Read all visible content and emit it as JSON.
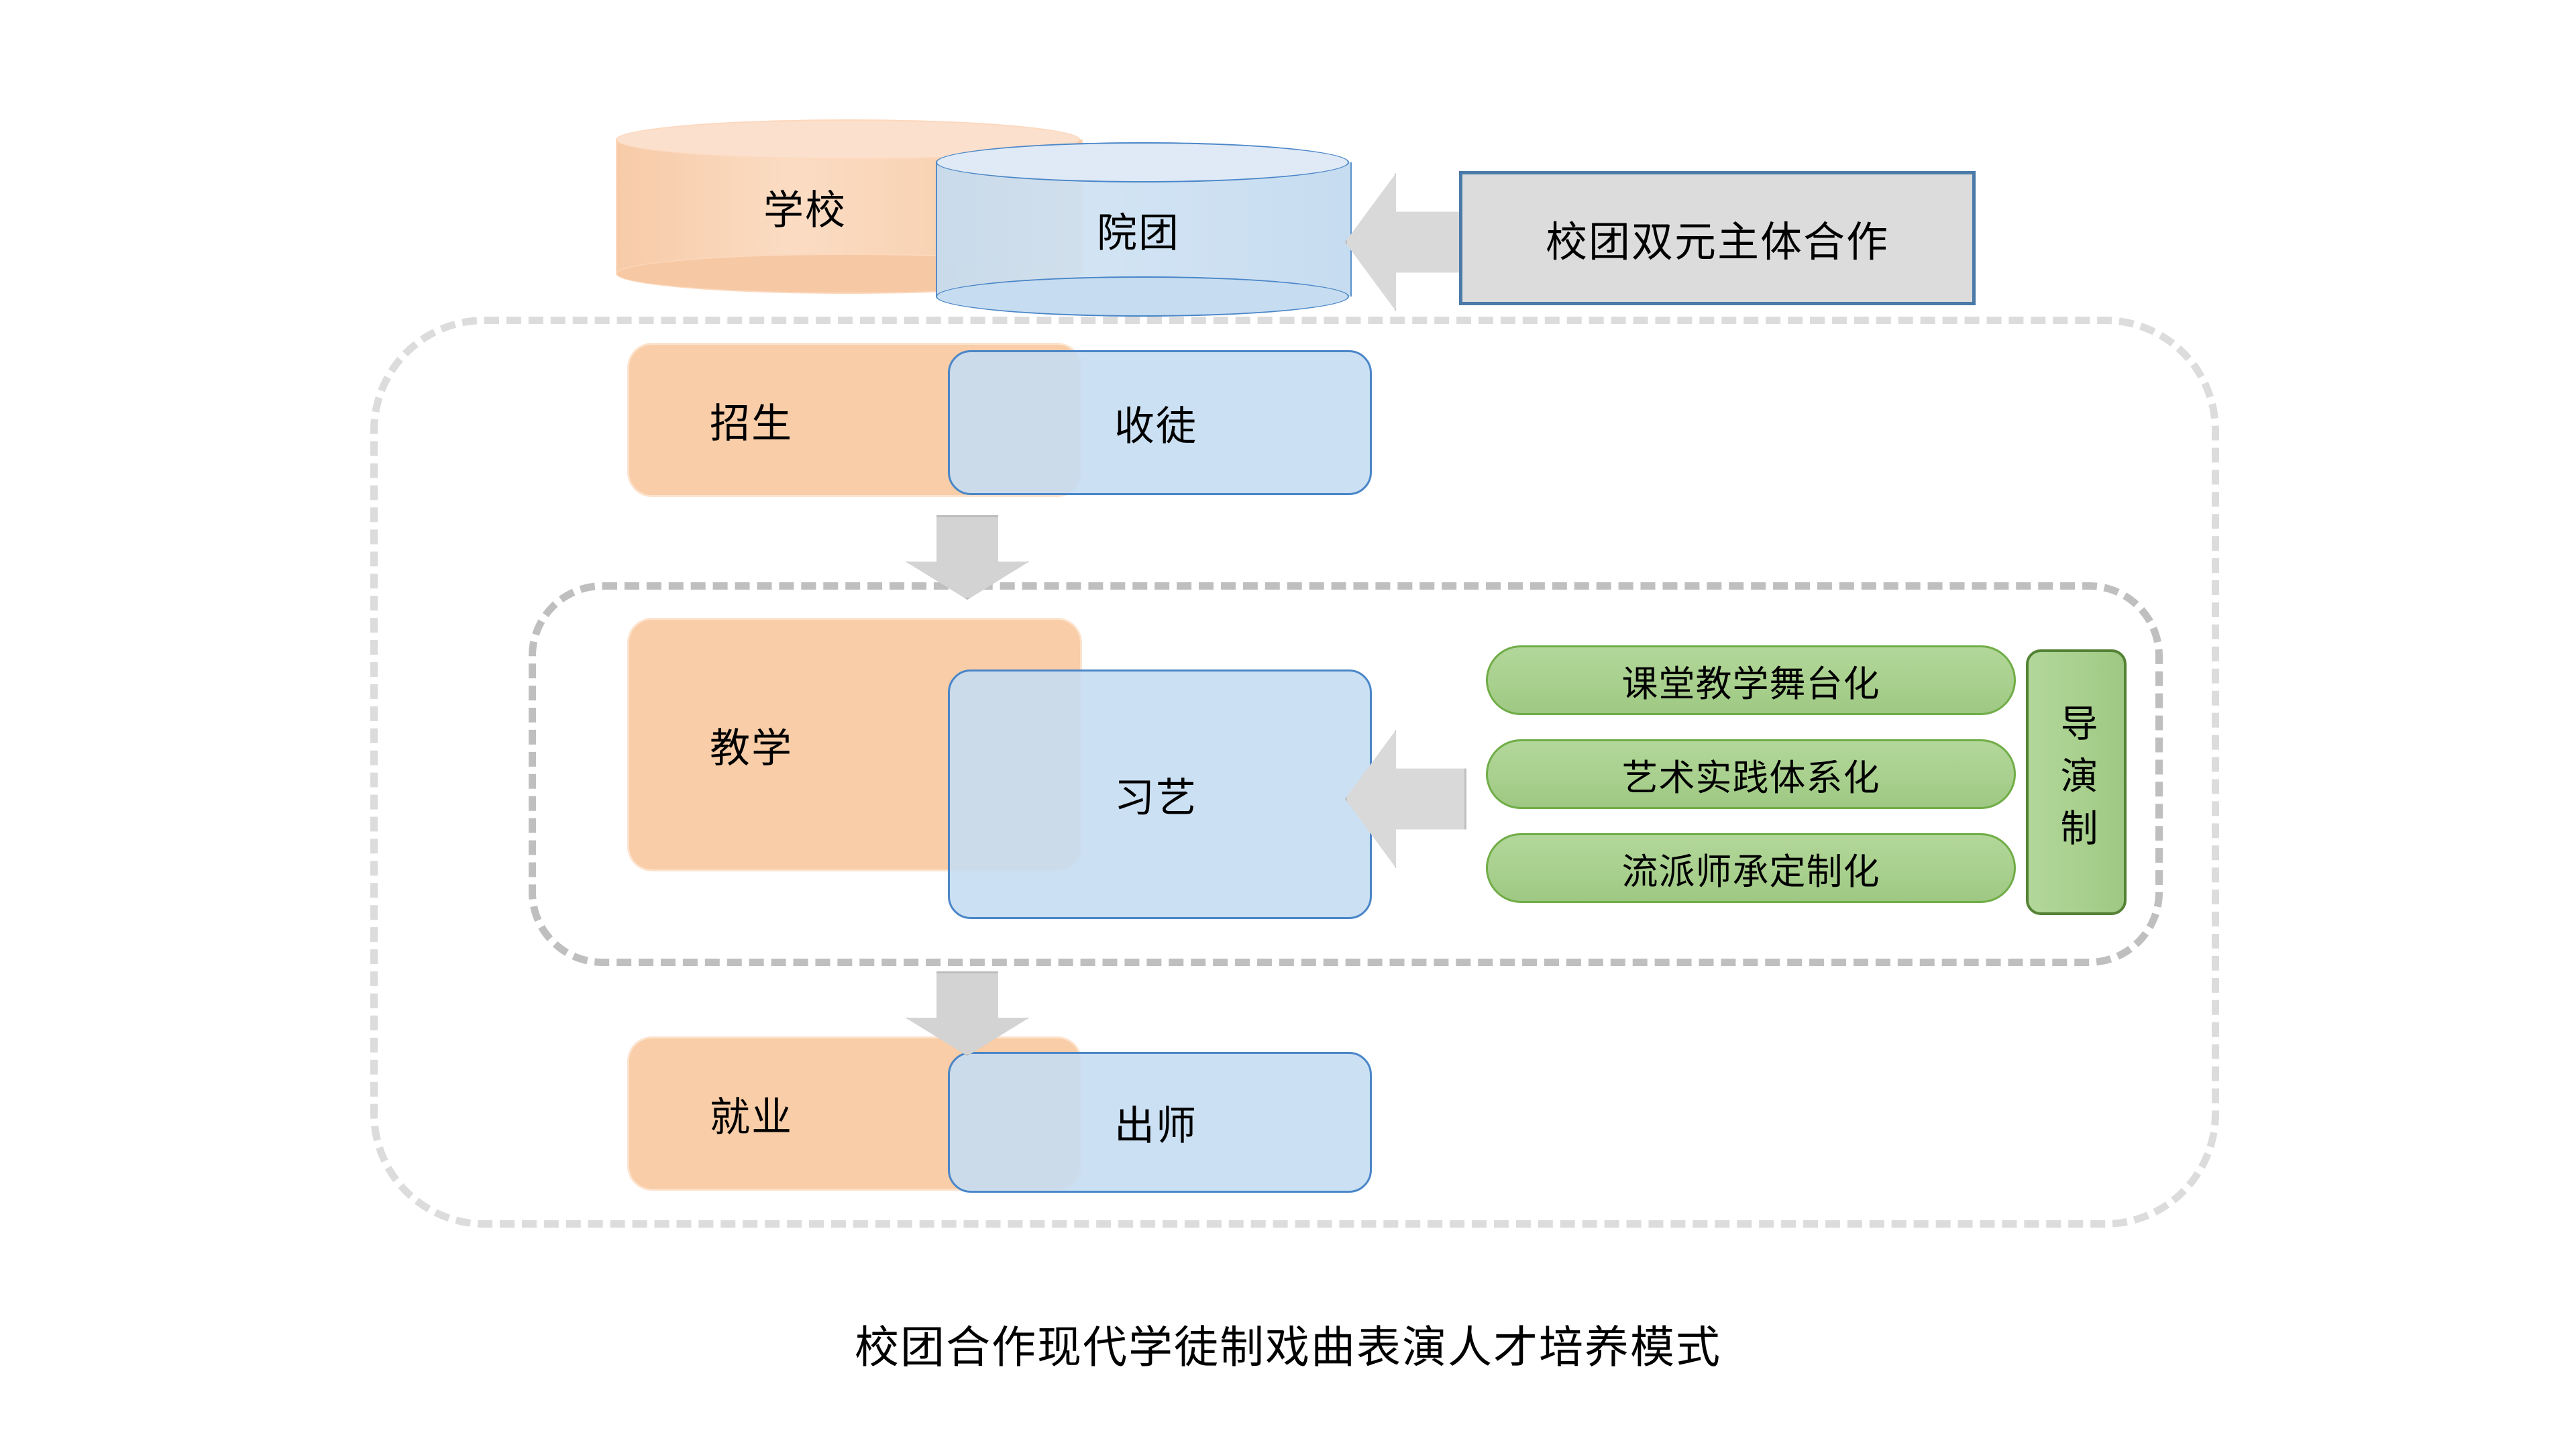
{
  "diagram": {
    "caption": "校团合作现代学徒制戏曲表演人才培养模式",
    "top_pair": {
      "school_label": "学校",
      "troupe_label": "院团"
    },
    "note": {
      "label": "校团双元主体合作"
    },
    "rows": [
      {
        "school": "招生",
        "troupe": "收徒"
      },
      {
        "school": "教学",
        "troupe": "习艺"
      },
      {
        "school": "就业",
        "troupe": "出师"
      }
    ],
    "pills": [
      "课堂教学舞台化",
      "艺术实践体系化",
      "流派师承定制化"
    ],
    "vertical_box": {
      "label": "导演制"
    },
    "icons": {
      "arrow_left_1": "arrow-left-icon",
      "arrow_left_2": "arrow-left-icon",
      "arrow_down_1": "arrow-down-icon",
      "arrow_down_2": "arrow-down-icon"
    },
    "colors": {
      "school_orange": "#f8cda7",
      "troupe_blue": "#c5ddf2",
      "troupe_border": "#4a86c8",
      "pill_green": "#a9d08e",
      "pill_border": "#70ad47",
      "vbox_border": "#548235",
      "note_fill": "#dcdcdc",
      "note_border": "#4a7aa7",
      "arrow_gray": "#d9d9d9",
      "dashed_outer": "#dcdcdc",
      "dashed_inner": "#bfbfbf"
    }
  }
}
